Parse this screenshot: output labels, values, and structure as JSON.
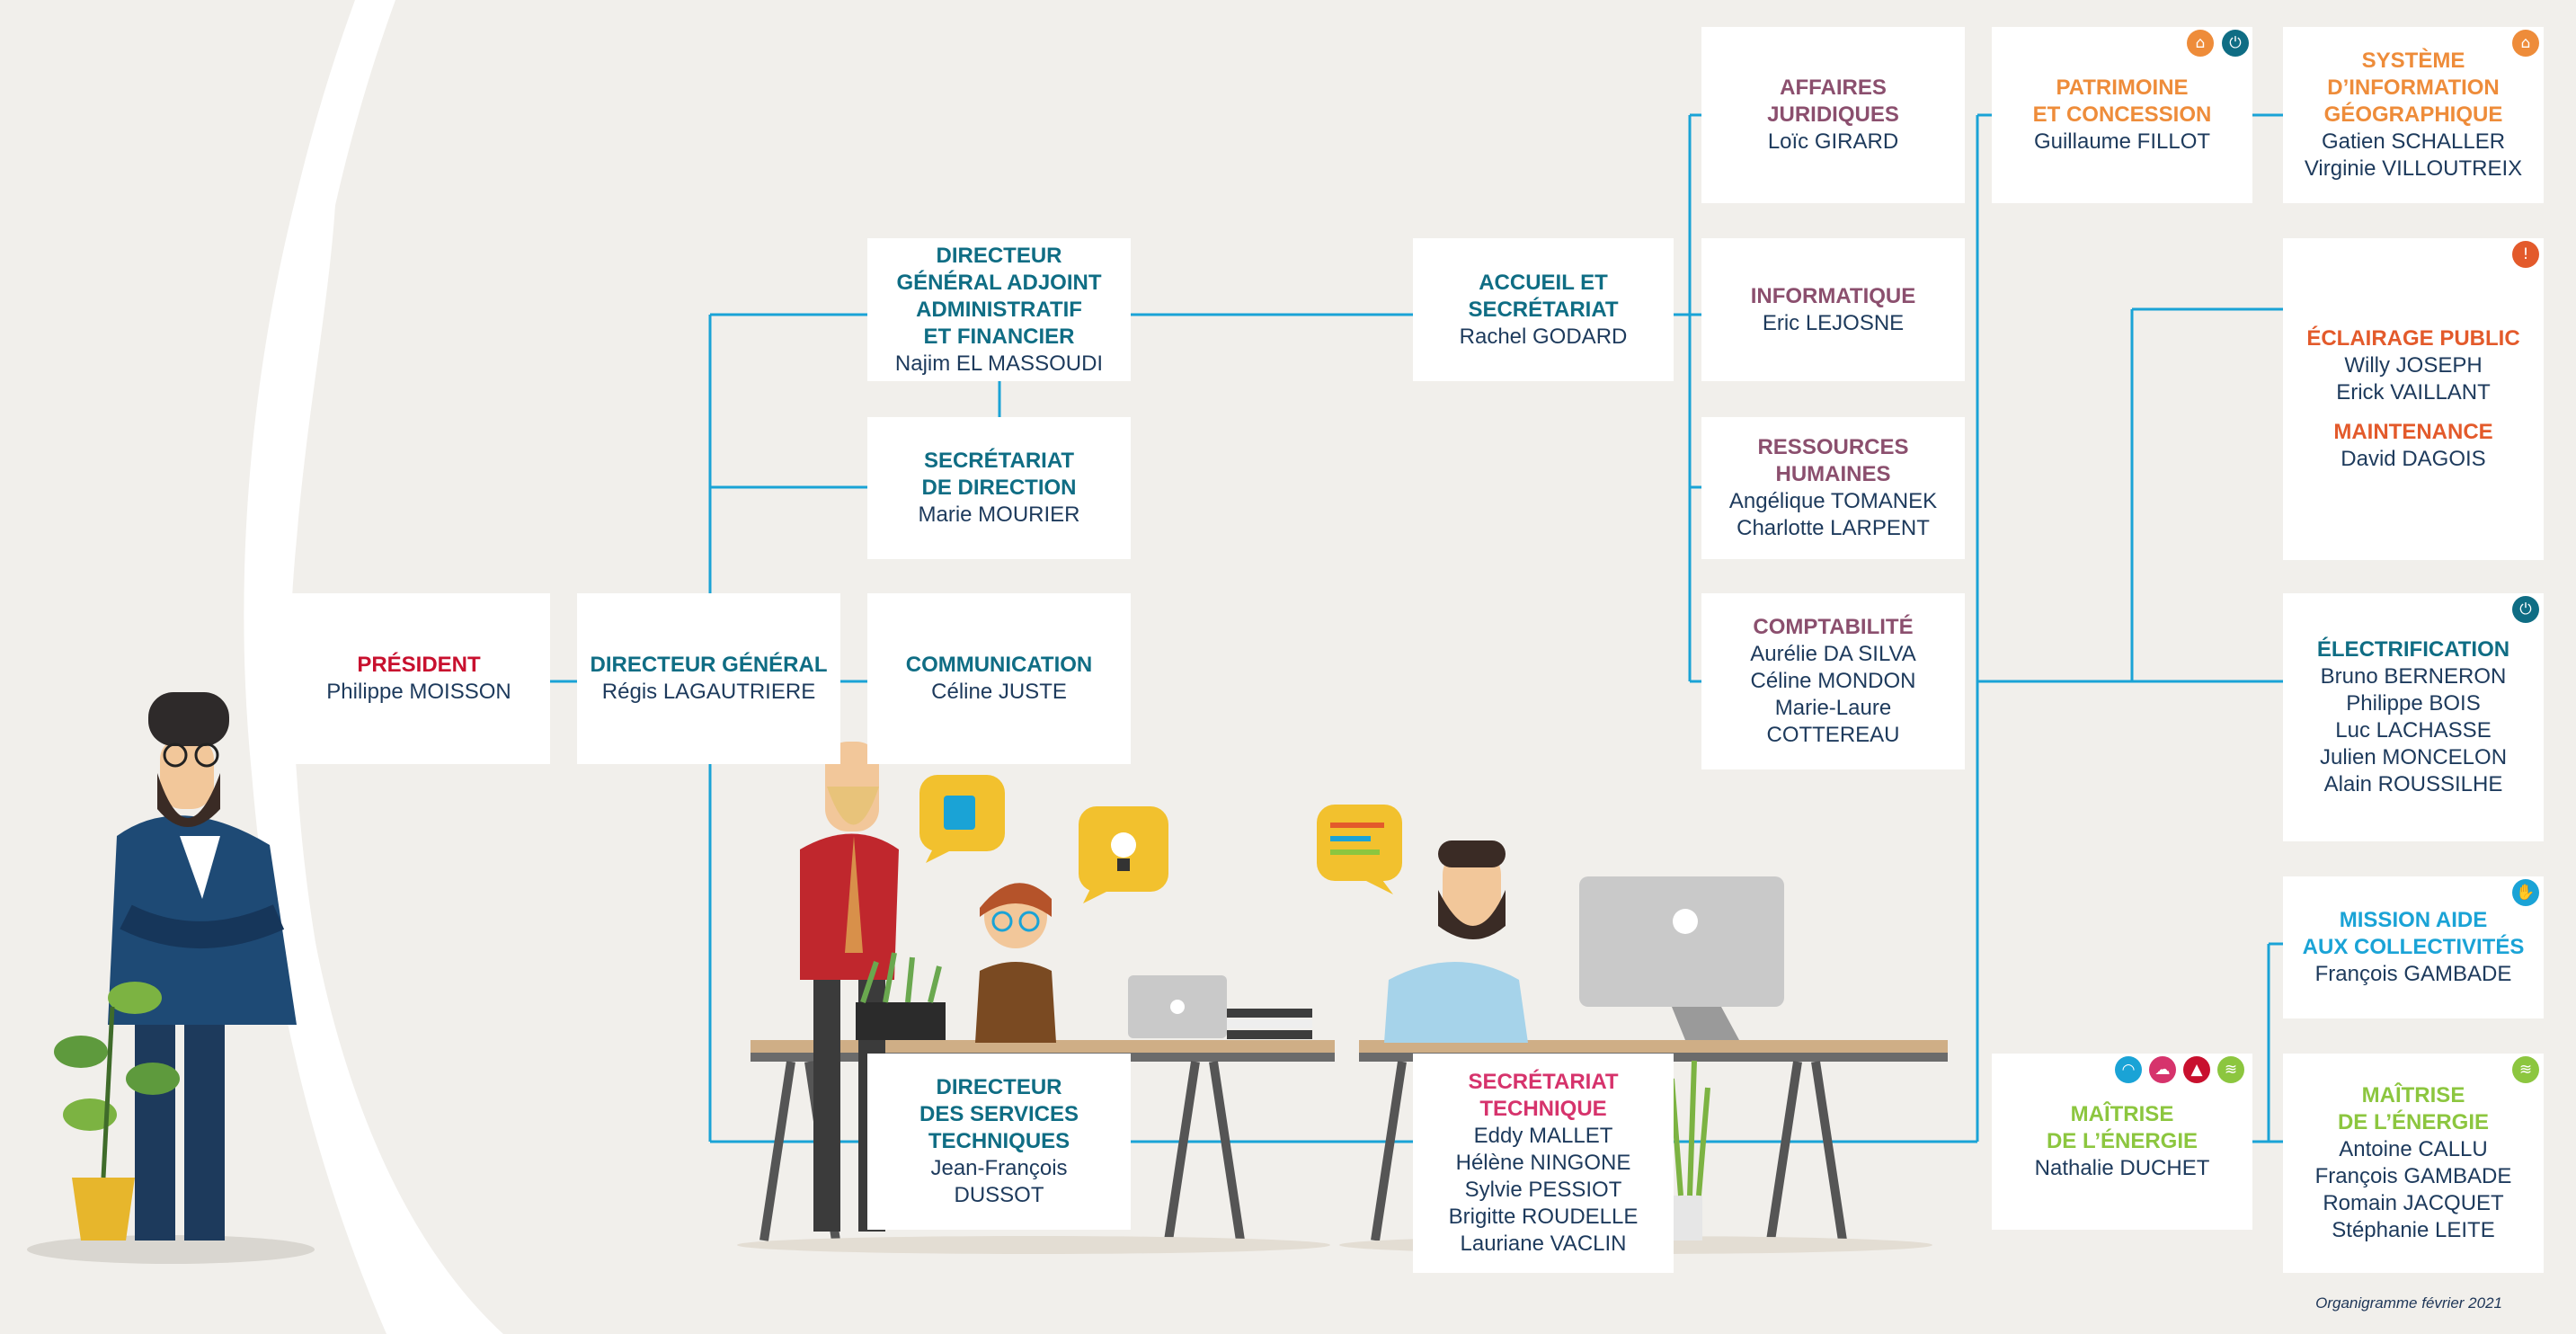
{
  "colors": {
    "connector": "#1aa3d6",
    "background": "#f1efeb",
    "red": "#c8102e",
    "teal": "#0f6d84",
    "plum": "#8b4f6e",
    "orange": "#ee8c3a",
    "orange_red": "#e35a2b",
    "cyan": "#1aa3d6",
    "lime": "#8cc63f"
  },
  "boxes": {
    "president": {
      "title": "PRÉSIDENT",
      "people": "Philippe MOISSON"
    },
    "dg": {
      "title": "DIRECTEUR GÉNÉRAL",
      "people": "Régis LAGAUTRIERE"
    },
    "dga": {
      "title_lines": [
        "DIRECTEUR",
        "GÉNÉRAL ADJOINT",
        "ADMINISTRATIF",
        "ET FINANCIER"
      ],
      "people": "Najim EL MASSOUDI"
    },
    "secretariat_direction": {
      "title_lines": [
        "SECRÉTARIAT",
        "DE DIRECTION"
      ],
      "people": "Marie MOURIER"
    },
    "communication": {
      "title": "COMMUNICATION",
      "people": "Céline JUSTE"
    },
    "accueil": {
      "title_lines": [
        "ACCUEIL ET",
        "SECRÉTARIAT"
      ],
      "people": "Rachel GODARD"
    },
    "affaires": {
      "title_lines": [
        "AFFAIRES",
        "JURIDIQUES"
      ],
      "people": "Loïc GIRARD"
    },
    "informatique": {
      "title": "INFORMATIQUE",
      "people": "Eric LEJOSNE"
    },
    "rh": {
      "title_lines": [
        "RESSOURCES",
        "HUMAINES"
      ],
      "people_lines": [
        "Angélique TOMANEK",
        "Charlotte LARPENT"
      ]
    },
    "compta": {
      "title": "COMPTABILITÉ",
      "people_lines": [
        "Aurélie DA SILVA",
        "Céline MONDON",
        "Marie-Laure",
        "COTTEREAU"
      ]
    },
    "patrimoine": {
      "title_lines": [
        "PATRIMOINE",
        "ET CONCESSION"
      ],
      "people": "Guillaume FILLOT"
    },
    "sig": {
      "title_lines": [
        "SYSTÈME",
        "D’INFORMATION",
        "GÉOGRAPHIQUE"
      ],
      "people_lines": [
        "Gatien SCHALLER",
        "Virginie VILLOUTREIX"
      ]
    },
    "eclairage": {
      "title": "ÉCLAIRAGE PUBLIC",
      "people_lines": [
        "Willy JOSEPH",
        "Erick VAILLANT"
      ],
      "title2": "MAINTENANCE",
      "people2": "David DAGOIS"
    },
    "electrification": {
      "title": "ÉLECTRIFICATION",
      "people_lines": [
        "Bruno BERNERON",
        "Philippe BOIS",
        "Luc LACHASSE",
        "Julien MONCELON",
        "Alain ROUSSILHE"
      ]
    },
    "mission": {
      "title_lines": [
        "MISSION AIDE",
        "AUX COLLECTIVITÉS"
      ],
      "people": "François GAMBADE"
    },
    "dst": {
      "title_lines": [
        "DIRECTEUR",
        "DES SERVICES",
        "TECHNIQUES"
      ],
      "people_lines": [
        "Jean-François",
        "DUSSOT"
      ]
    },
    "sectech": {
      "title_lines": [
        "SECRÉTARIAT",
        "TECHNIQUE"
      ],
      "people_lines": [
        "Eddy MALLET",
        "Hélène NINGONE",
        "Sylvie PESSIOT",
        "Brigitte ROUDELLE",
        "Lauriane VACLIN"
      ]
    },
    "maitrise_mid": {
      "title_lines": [
        "MAÎTRISE",
        "DE L’ÉNERGIE"
      ],
      "people": "Nathalie DUCHET"
    },
    "maitrise_right": {
      "title_lines": [
        "MAÎTRISE",
        "DE L’ÉNERGIE"
      ],
      "people_lines": [
        "Antoine CALLU",
        "François GAMBADE",
        "Romain JACQUET",
        "Stéphanie LEITE"
      ]
    }
  },
  "icons": {
    "patrimoine": [
      "building-icon",
      "plug-icon"
    ],
    "sig": [
      "building-icon"
    ],
    "eclairage": [
      "lightbulb-icon"
    ],
    "electrification": [
      "plug-icon"
    ],
    "mission": [
      "hand-icon"
    ],
    "maitrise_mid": [
      "gas-icon",
      "cloud-icon",
      "flame-icon",
      "heat-icon"
    ],
    "maitrise_right": [
      "heat-icon"
    ]
  },
  "footer": "Organigramme février 2021"
}
